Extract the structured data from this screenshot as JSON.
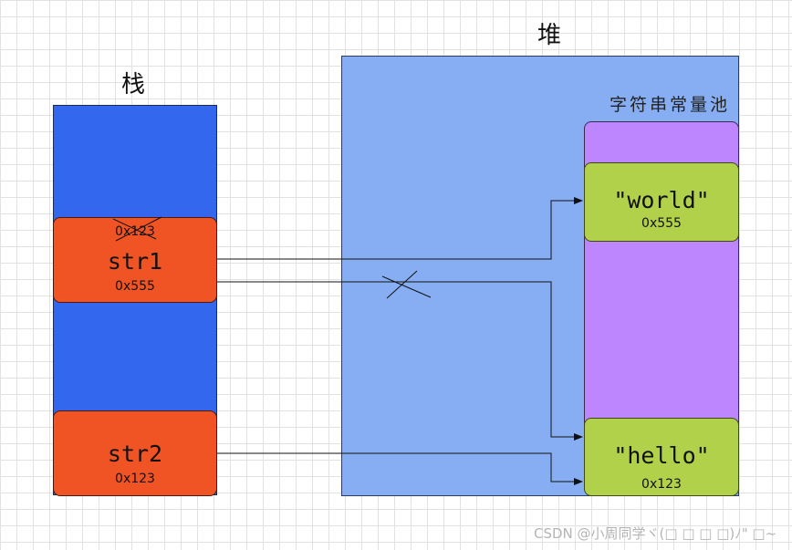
{
  "labels": {
    "stack": "栈",
    "heap": "堆",
    "string_pool": "字符串常量池"
  },
  "stack_vars": [
    {
      "name": "str1",
      "old_address": "0x123",
      "address": "0x555"
    },
    {
      "name": "str2",
      "address": "0x123"
    }
  ],
  "pool_strings": [
    {
      "value": "\"world\"",
      "address": "0x555"
    },
    {
      "value": "\"hello\"",
      "address": "0x123"
    }
  ],
  "watermark": "CSDN @小周同学ヾ(□ □ □ □)ﾉ\" □~",
  "colors": {
    "stack": "#3367ee",
    "heap": "#87aef2",
    "string_pool": "#bd86ff",
    "variable_box": "#f05425",
    "string_box": "#b2d14b"
  }
}
